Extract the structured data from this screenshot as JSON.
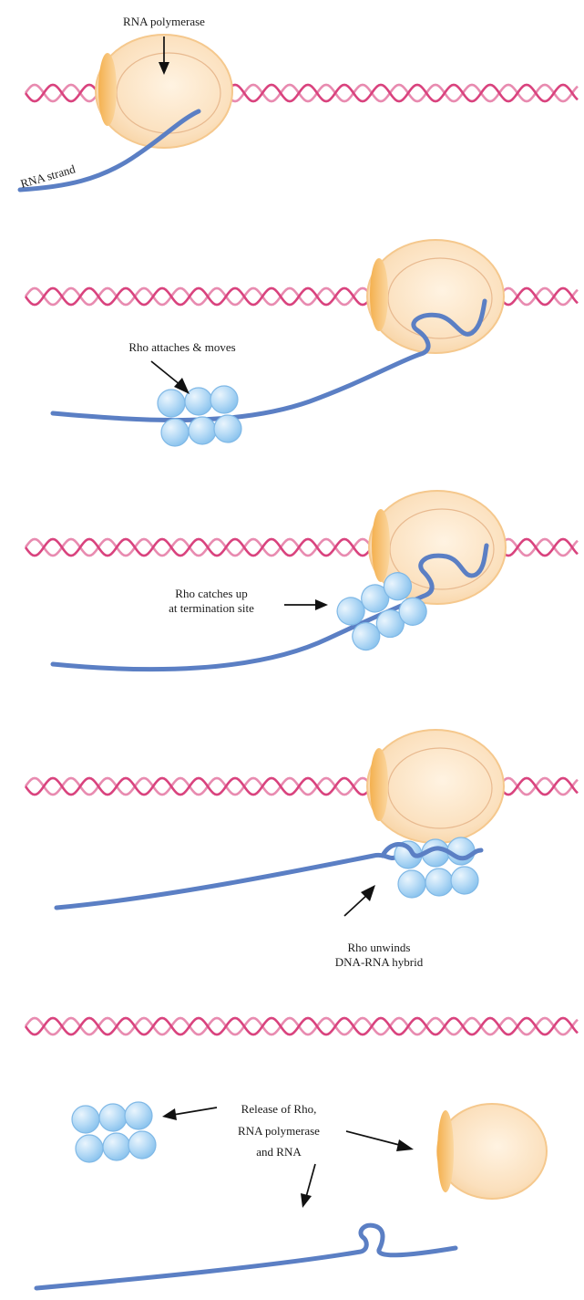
{
  "colors": {
    "dna_strand_dark": "#d9437e",
    "dna_strand_light": "#e88bb0",
    "rna": "#5b7fc4",
    "polymerase_body": "#fbe1bf",
    "polymerase_edge": "#f1a24a",
    "rho_subunit": "#a9d3f3"
  },
  "panels": [
    {
      "labels": {
        "polymerase": "RNA polymerase",
        "rna_strand": "RNA strand"
      }
    },
    {
      "labels": {
        "rho": "Rho attaches & moves"
      }
    },
    {
      "labels": {
        "line1": "Rho catches up",
        "line2": "at termination site"
      }
    },
    {
      "labels": {
        "line1": "Rho unwinds",
        "line2": "DNA-RNA hybrid"
      }
    },
    {
      "labels": {
        "line1": "Release of Rho,",
        "line2": "RNA polymerase",
        "line3": "and RNA"
      }
    }
  ]
}
